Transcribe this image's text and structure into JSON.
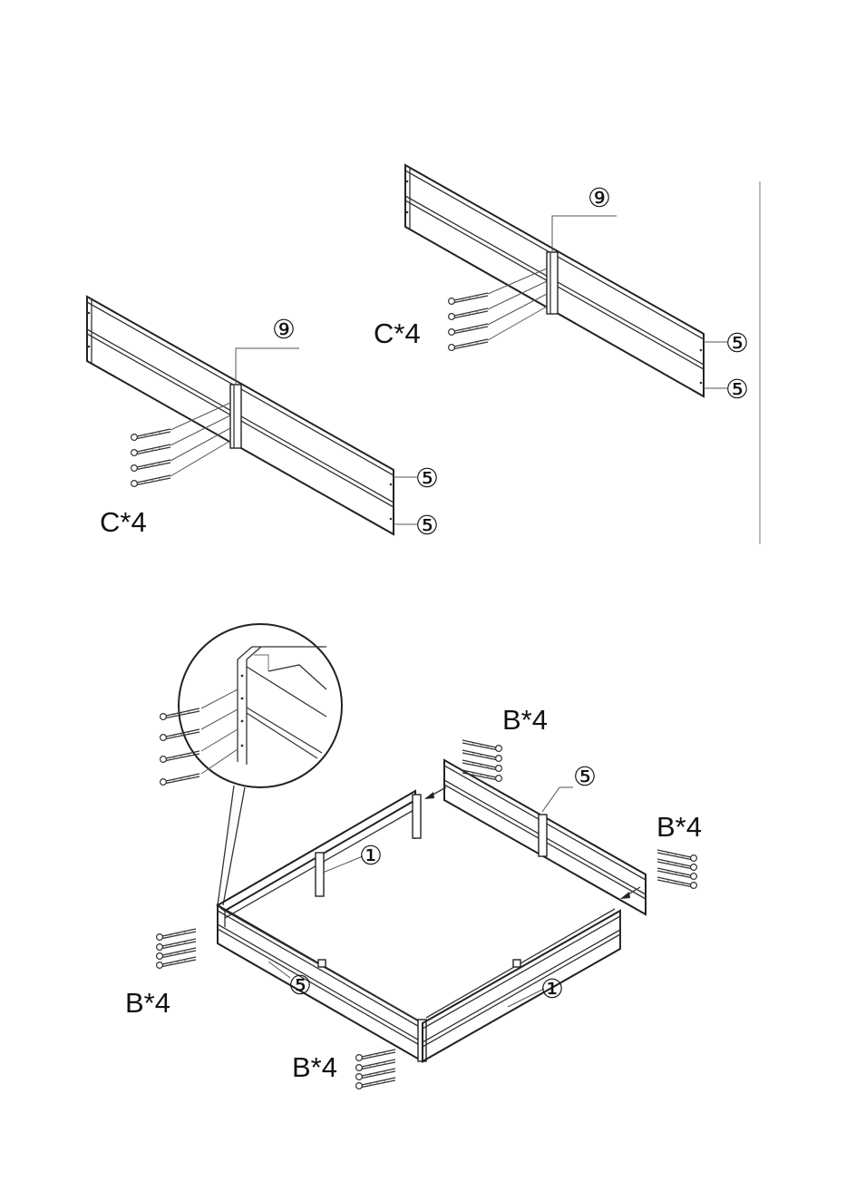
{
  "icons": {
    "screw": "screw-icon"
  },
  "panels": [
    {
      "id": "left-panel",
      "part_post": "⑨",
      "part_board_top": "⑤",
      "part_board_bottom": "⑤",
      "hardware_label": "C*4"
    },
    {
      "id": "right-panel",
      "part_post": "⑨",
      "part_board_top": "⑤",
      "part_board_bottom": "⑤",
      "hardware_label": "C*4"
    }
  ],
  "assembly": {
    "part_back_right_wall": "⑤",
    "part_back_left_wall": "①",
    "part_front_left_wall": "⑤",
    "part_front_right_wall": "①",
    "hardware_back_right_top": "B*4",
    "hardware_back_right_side": "B*4",
    "hardware_front_left": "B*4",
    "hardware_front_center": "B*4"
  },
  "colors": {
    "line": "#333333",
    "background": "#ffffff"
  }
}
